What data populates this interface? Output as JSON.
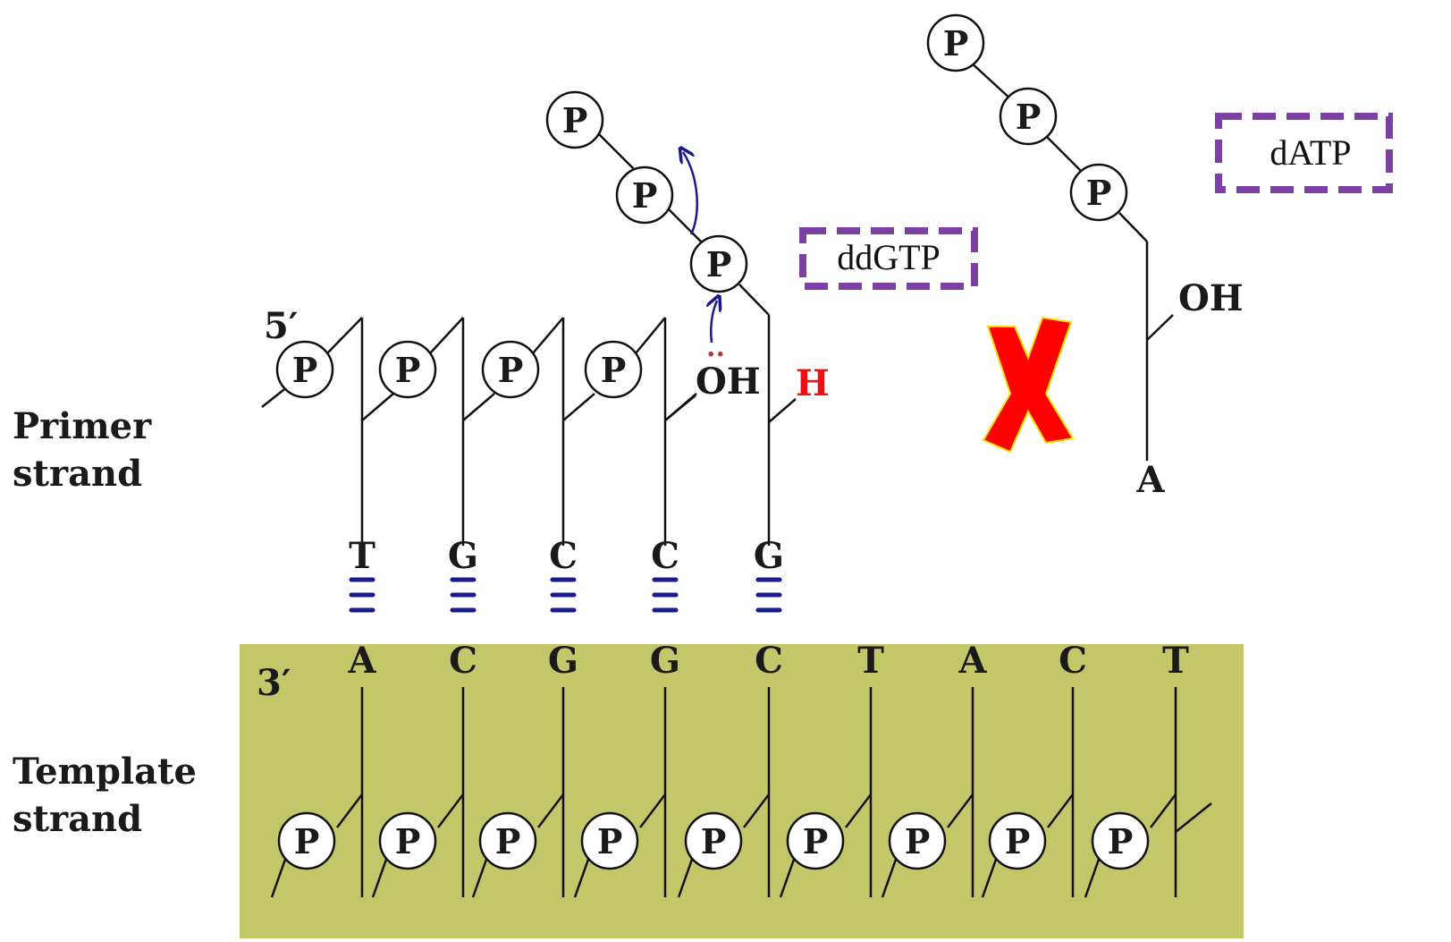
{
  "side_labels": {
    "primer_line1": "Primer",
    "primer_line2": "strand",
    "template_line1": "Template",
    "template_line2": "strand"
  },
  "primer": {
    "end_label": "5′",
    "bases": [
      "T",
      "G",
      "C",
      "C",
      "G"
    ],
    "oh_label": "OH",
    "h_label": "H",
    "lone_pair": "..",
    "h_color": "#ee1111"
  },
  "template": {
    "end_label": "3′",
    "bases": [
      "A",
      "C",
      "G",
      "G",
      "C",
      "T",
      "A",
      "C",
      "T"
    ],
    "background_color": "#c2c76a"
  },
  "phosphate_symbol": "P",
  "ddgtp": {
    "label": "ddGTP"
  },
  "datp": {
    "label": "dATP",
    "oh_label": "OH",
    "base": "A"
  },
  "colors": {
    "box_border": "#7b3fa6",
    "arrow": "#1a1a8c",
    "hbond": "#1a1a8c",
    "blocked_x": "#ff0000",
    "blocked_x_outline": "#f5e000"
  }
}
